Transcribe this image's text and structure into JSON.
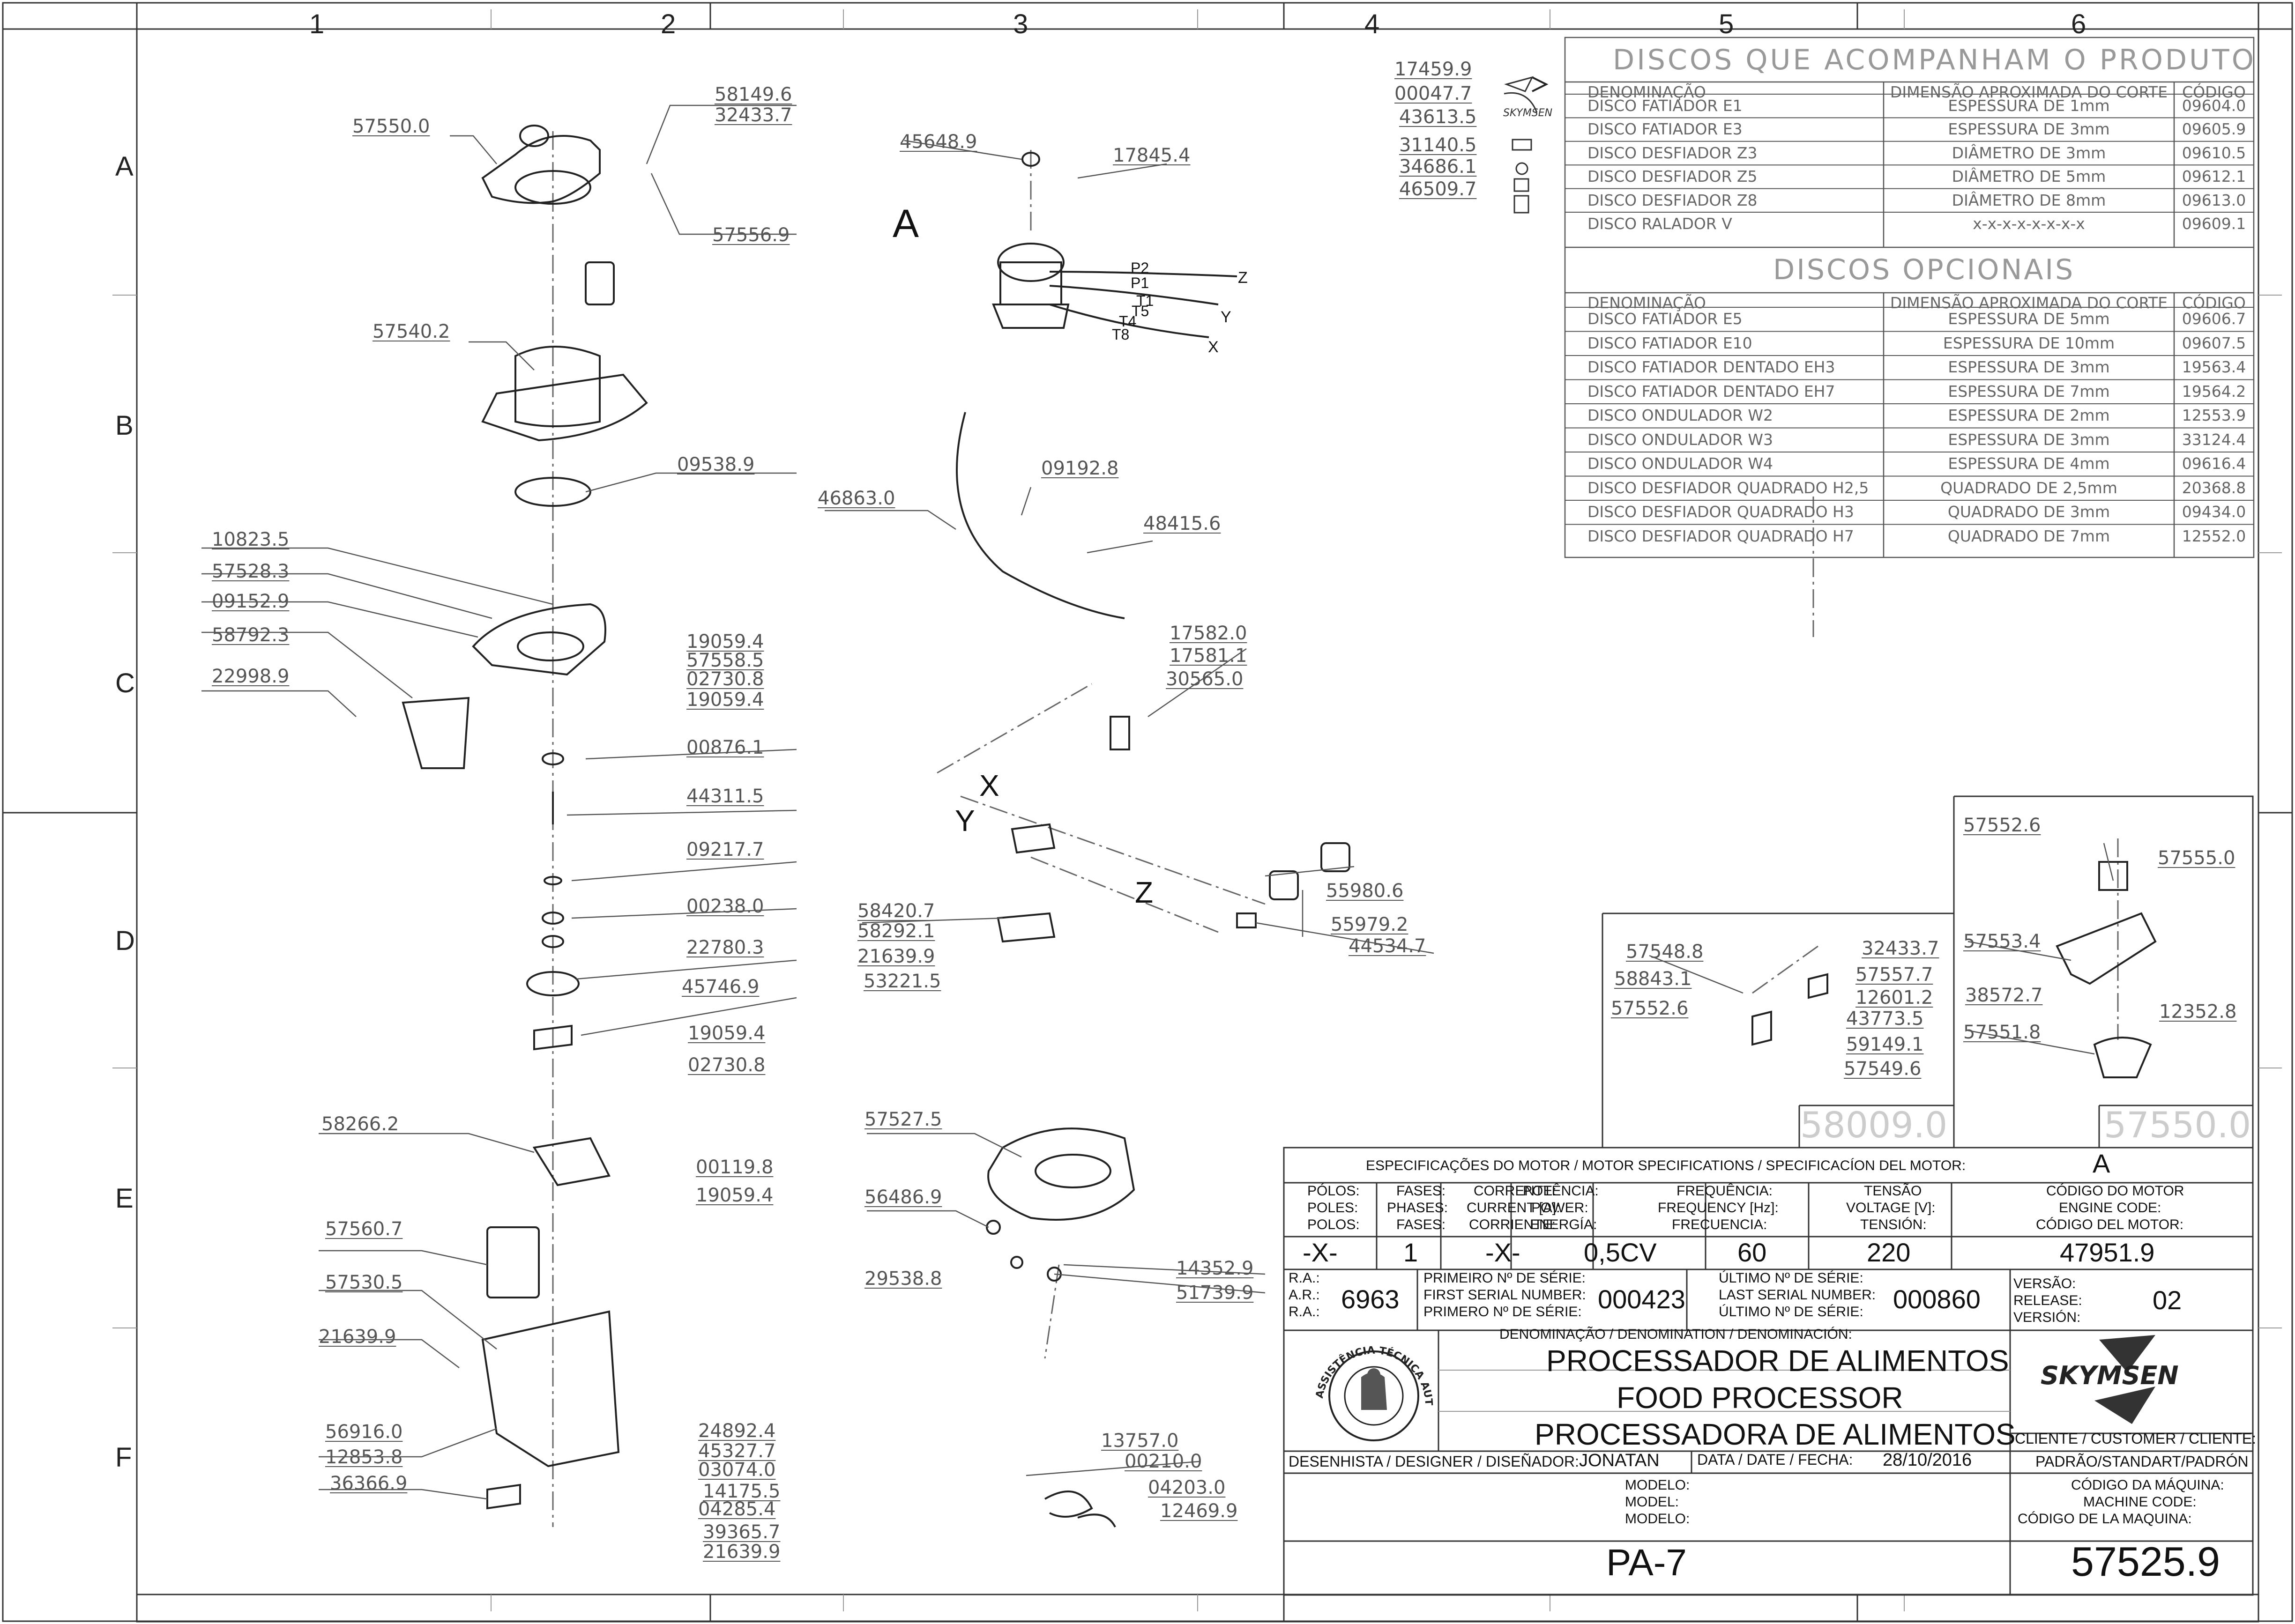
{
  "zones": {
    "columns": [
      "1",
      "2",
      "3",
      "4",
      "5",
      "6"
    ],
    "rows": [
      "A",
      "B",
      "C",
      "D",
      "E",
      "F"
    ]
  },
  "parts": {
    "left": [
      "57550.0",
      "58149.6",
      "32433.7",
      "57556.9",
      "57540.2",
      "09538.9",
      "10823.5",
      "57528.3",
      "09152.9",
      "58792.3",
      "22998.9",
      "19059.4",
      "57558.5",
      "02730.8",
      "19059.4",
      "00876.1",
      "44311.5",
      "09217.7",
      "00238.0",
      "22780.3",
      "45746.9",
      "19059.4",
      "02730.8",
      "58266.2",
      "00119.8",
      "19059.4",
      "57560.7",
      "57530.5",
      "21639.9",
      "56916.0",
      "12853.8",
      "36366.9",
      "24892.4",
      "45327.7",
      "03074.0",
      "14175.5",
      "04285.4",
      "39365.7",
      "21639.9"
    ],
    "center": [
      "45648.9",
      "17845.4",
      "46863.0",
      "09192.8",
      "48415.6",
      "17582.0",
      "17581.1",
      "30565.0",
      "58420.7",
      "58292.1",
      "21639.9",
      "53221.5",
      "55980.6",
      "55979.2",
      "44534.7",
      "57527.5",
      "56486.9",
      "29538.8",
      "14352.9",
      "51739.9",
      "13757.0",
      "00210.0",
      "04203.0",
      "12469.9"
    ],
    "accessories": [
      "17459.9",
      "00047.7",
      "43613.5",
      "31140.5",
      "34686.1",
      "46509.7"
    ],
    "sub_58009": [
      "57548.8",
      "58843.1",
      "57552.6",
      "32433.7",
      "57557.7",
      "12601.2",
      "43773.5",
      "59149.1",
      "57549.6"
    ],
    "sub_57550": [
      "57552.6",
      "57555.0",
      "57553.4",
      "38572.7",
      "12352.8",
      "57551.8"
    ]
  },
  "motor_markers": {
    "callout": "A",
    "wires": [
      "P2",
      "P1",
      "T1",
      "T5",
      "T4",
      "T8"
    ],
    "phases": [
      "Z",
      "Y",
      "X"
    ],
    "conn_x": "X",
    "conn_y": "Y",
    "conn_z": "Z"
  },
  "sub_titles": {
    "left": "58009.0",
    "right": "57550.0"
  },
  "discs": {
    "title": "DISCOS QUE ACOMPANHAM O PRODUTO",
    "headers": [
      "DENOMINAÇÃO",
      "DIMENSÃO APROXIMADA DO CORTE",
      "CÓDIGO"
    ],
    "rows": [
      [
        "DISCO FATIADOR E1",
        "ESPESSURA DE 1mm",
        "09604.0"
      ],
      [
        "DISCO FATIADOR E3",
        "ESPESSURA DE 3mm",
        "09605.9"
      ],
      [
        "DISCO DESFIADOR Z3",
        "DIÂMETRO DE 3mm",
        "09610.5"
      ],
      [
        "DISCO DESFIADOR Z5",
        "DIÂMETRO DE 5mm",
        "09612.1"
      ],
      [
        "DISCO DESFIADOR Z8",
        "DIÂMETRO DE 8mm",
        "09613.0"
      ],
      [
        "DISCO RALADOR V",
        "x-x-x-x-x-x-x-x",
        "09609.1"
      ]
    ],
    "opt_title": "DISCOS OPCIONAIS",
    "opt_rows": [
      [
        "DISCO FATIADOR E5",
        "ESPESSURA DE 5mm",
        "09606.7"
      ],
      [
        "DISCO FATIADOR E10",
        "ESPESSURA DE 10mm",
        "09607.5"
      ],
      [
        "DISCO FATIADOR DENTADO EH3",
        "ESPESSURA DE 3mm",
        "19563.4"
      ],
      [
        "DISCO FATIADOR DENTADO EH7",
        "ESPESSURA DE 7mm",
        "19564.2"
      ],
      [
        "DISCO ONDULADOR W2",
        "ESPESSURA DE 2mm",
        "12553.9"
      ],
      [
        "DISCO ONDULADOR W3",
        "ESPESSURA DE 3mm",
        "33124.4"
      ],
      [
        "DISCO ONDULADOR W4",
        "ESPESSURA DE 4mm",
        "09616.4"
      ],
      [
        "DISCO DESFIADOR QUADRADO H2,5",
        "QUADRADO DE 2,5mm",
        "20368.8"
      ],
      [
        "DISCO DESFIADOR QUADRADO H3",
        "QUADRADO DE 3mm",
        "09434.0"
      ],
      [
        "DISCO DESFIADOR QUADRADO H7",
        "QUADRADO DE 7mm",
        "12552.0"
      ]
    ]
  },
  "title_block": {
    "motor_spec_title": "ESPECIFICAÇÕES DO MOTOR / MOTOR SPECIFICATIONS / SPECIFICACÍON DEL MOTOR:",
    "motor_spec_value": "A",
    "h_poles": [
      "PÓLOS:",
      "POLES:",
      "POLOS:"
    ],
    "h_phases": [
      "FASES:",
      "PHASES:",
      "FASES:"
    ],
    "h_current": [
      "CORRENTE:",
      "CURRENT [A]:",
      "CORRIENTE:"
    ],
    "h_power": [
      "POTÊNCIA:",
      "POWER:",
      "ENERGÍA:"
    ],
    "h_freq": [
      "FREQUÊNCIA:",
      "FREQUENCY [Hz]:",
      "FRECUENCIA:"
    ],
    "h_volt": [
      "TENSÃO",
      "VOLTAGE [V]:",
      "TENSIÓN:"
    ],
    "h_code": [
      "CÓDIGO DO MOTOR",
      "ENGINE CODE:",
      "CÓDIGO DEL MOTOR:"
    ],
    "v_poles": "-X-",
    "v_phases": "1",
    "v_current": "-X-",
    "v_power": "0,5CV",
    "v_freq": "60",
    "v_volt": "220",
    "v_code": "47951.9",
    "ra_labels": [
      "R.A.:",
      "A.R.:",
      "R.A.:"
    ],
    "ra_value": "6963",
    "first_labels": [
      "PRIMEIRO Nº DE SÉRIE:",
      "FIRST SERIAL NUMBER:",
      "PRIMERO Nº DE SÉRIE:"
    ],
    "first_value": "000423",
    "last_labels": [
      "ÚLTIMO Nº DE SÉRIE:",
      "LAST SERIAL NUMBER:",
      "ÚLTIMO Nº DE SÉRIE:"
    ],
    "last_value": "000860",
    "version_labels": [
      "VERSÃO:",
      "RELEASE:",
      "VERSIÓN:"
    ],
    "version_value": "02",
    "denom_label": "DENOMINAÇÃO / DENOMINATION / DENOMINACIÓN:",
    "names": [
      "PROCESSADOR DE ALIMENTOS",
      "FOOD PROCESSOR",
      "PROCESSADORA DE ALIMENTOS"
    ],
    "brand": "SKYMSEN",
    "seal_text": "ASSISTÊNCIA TÉCNICA AUTORIZADA",
    "client_label": "CLIENTE / CUSTOMER / CLIENTE:",
    "client_value": "PADRÃO/STANDART/PADRÓN",
    "designer_label": "DESENHISTA / DESIGNER / DISEÑADOR:",
    "designer_value": "JONATAN",
    "date_label": "DATA / DATE / FECHA:",
    "date_value": "28/10/2016",
    "model_labels": [
      "MODELO:",
      "MODEL:",
      "MODELO:"
    ],
    "model_value": "PA-7",
    "machine_labels": [
      "CÓDIGO DA MÁQUINA:",
      "MACHINE CODE:",
      "CÓDIGO DE LA MAQUINA:"
    ],
    "machine_value": "57525.9"
  },
  "colors": {
    "line": "#222222",
    "label": "#555555",
    "dash": "#666666"
  }
}
